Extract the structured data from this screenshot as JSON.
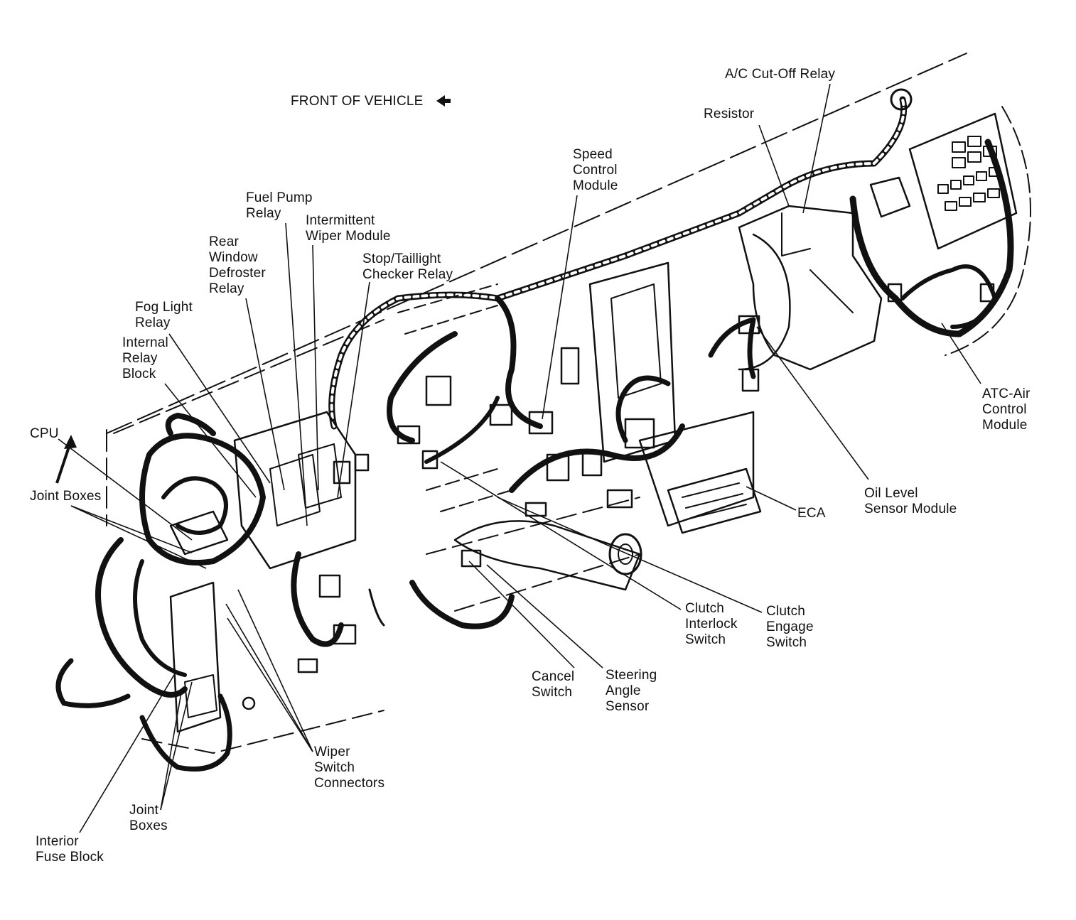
{
  "colors": {
    "ink": "#111111",
    "background": "#ffffff"
  },
  "header": {
    "text": "FRONT OF VEHICLE"
  },
  "labels": [
    {
      "id": "ac-cutoff-relay",
      "lines": [
        "A/C Cut-Off Relay"
      ]
    },
    {
      "id": "resistor",
      "lines": [
        "Resistor"
      ]
    },
    {
      "id": "speed-control-module",
      "lines": [
        "Speed",
        "Control",
        "Module"
      ]
    },
    {
      "id": "fuel-pump-relay",
      "lines": [
        "Fuel Pump",
        "Relay"
      ]
    },
    {
      "id": "intermittent-wiper-module",
      "lines": [
        "Intermittent",
        "Wiper Module"
      ]
    },
    {
      "id": "rear-window-defroster-relay",
      "lines": [
        "Rear",
        "Window",
        "Defroster",
        "Relay"
      ]
    },
    {
      "id": "stop-taillight-checker-relay",
      "lines": [
        "Stop/Taillight",
        "Checker Relay"
      ]
    },
    {
      "id": "fog-light-relay",
      "lines": [
        "Fog Light",
        "Relay"
      ]
    },
    {
      "id": "internal-relay-block",
      "lines": [
        "Internal",
        "Relay",
        "Block"
      ]
    },
    {
      "id": "cpu",
      "lines": [
        "CPU"
      ]
    },
    {
      "id": "joint-boxes-upper",
      "lines": [
        "Joint Boxes"
      ]
    },
    {
      "id": "atc-air-control-module",
      "lines": [
        "ATC-Air",
        "Control",
        "Module"
      ]
    },
    {
      "id": "oil-level-sensor-module",
      "lines": [
        "Oil Level",
        "Sensor Module"
      ]
    },
    {
      "id": "eca",
      "lines": [
        "ECA"
      ]
    },
    {
      "id": "clutch-interlock-switch",
      "lines": [
        "Clutch",
        "Interlock",
        "Switch"
      ]
    },
    {
      "id": "clutch-engage-switch",
      "lines": [
        "Clutch",
        "Engage",
        "Switch"
      ]
    },
    {
      "id": "cancel-switch",
      "lines": [
        "Cancel",
        "Switch"
      ]
    },
    {
      "id": "steering-angle-sensor",
      "lines": [
        "Steering",
        "Angle",
        "Sensor"
      ]
    },
    {
      "id": "wiper-switch-connectors",
      "lines": [
        "Wiper",
        "Switch",
        "Connectors"
      ]
    },
    {
      "id": "joint-boxes-lower",
      "lines": [
        "Joint",
        "Boxes"
      ]
    },
    {
      "id": "interior-fuse-block",
      "lines": [
        "Interior",
        "Fuse Block"
      ]
    }
  ]
}
